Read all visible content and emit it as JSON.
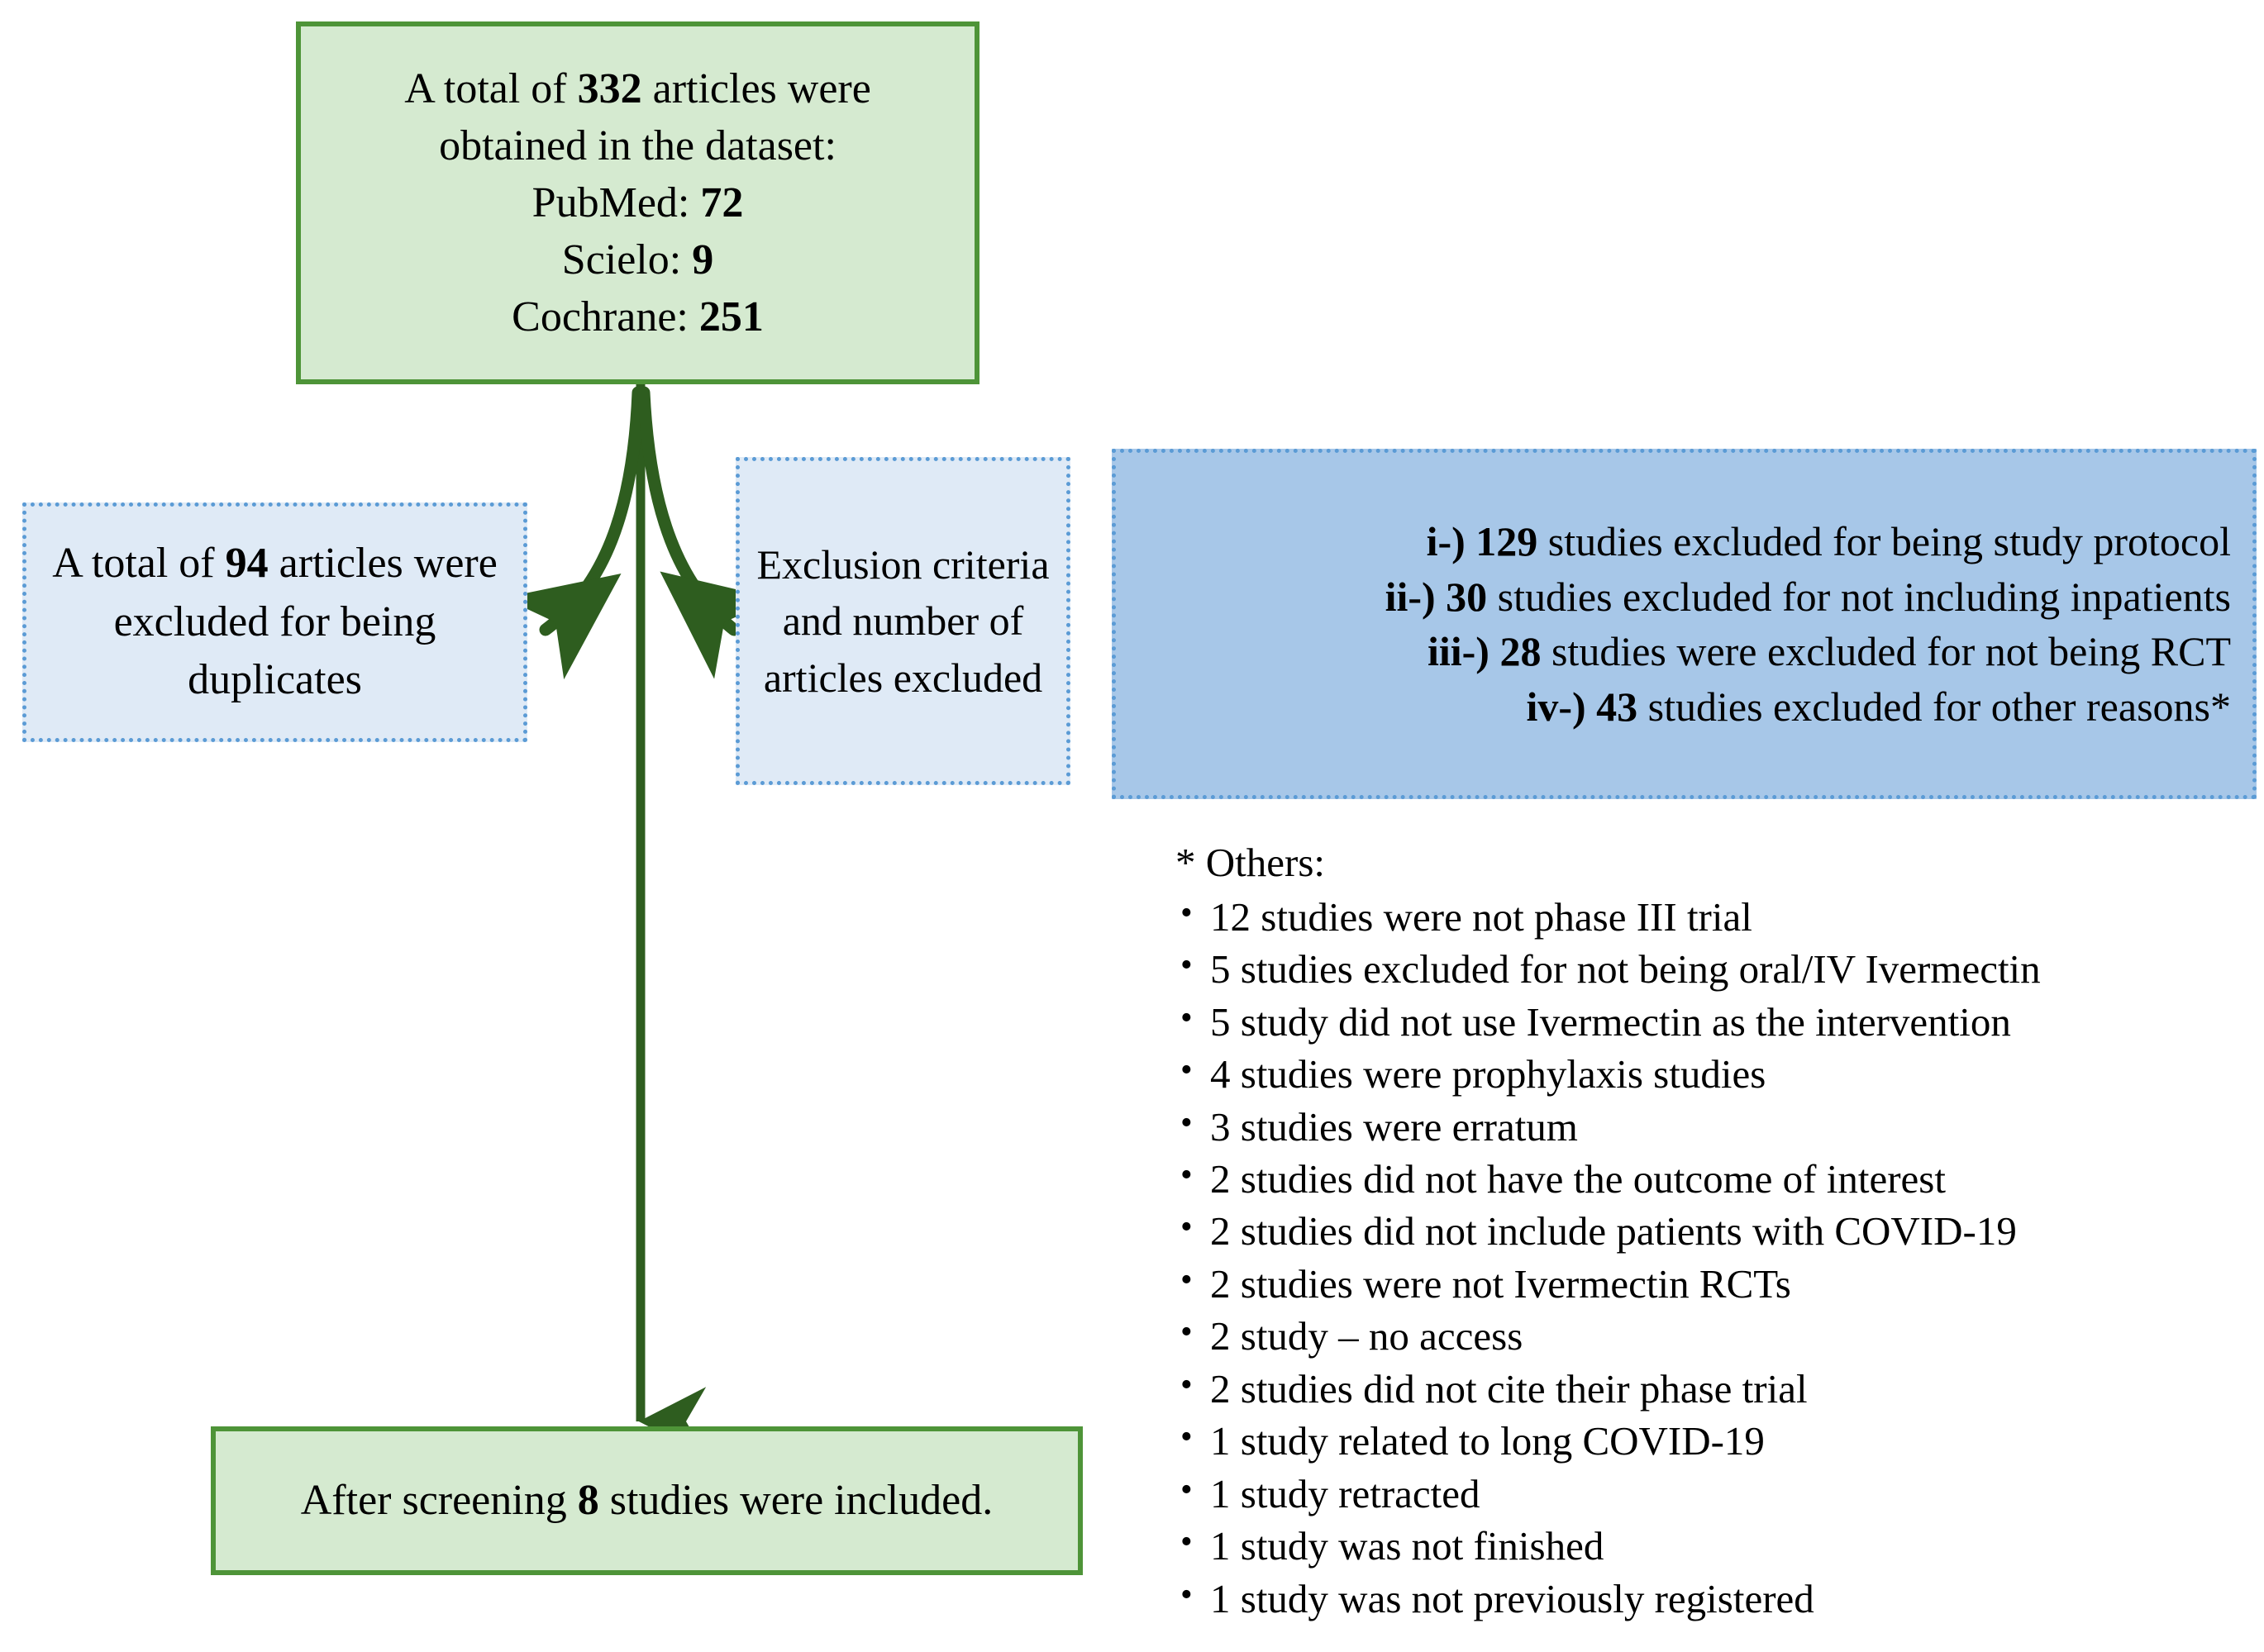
{
  "diagram": {
    "title": "Study selection flow diagram",
    "colors": {
      "green_fill": "#d5ead0",
      "green_border": "#4e9438",
      "light_blue_fill": "#dfeaf6",
      "blue_border": "#5b9bd5",
      "dark_blue_fill": "#a7c7e8",
      "arrow": "#2e5d1f",
      "text": "#000000"
    }
  },
  "identification_box": {
    "name": "records-identified",
    "line1_prefix": "A total of ",
    "total_articles": "332",
    "line1_suffix": " articles were",
    "line2": "obtained in the dataset:",
    "sources": [
      {
        "label": "PubMed: ",
        "count": "72"
      },
      {
        "label": "Scielo: ",
        "count": "9"
      },
      {
        "label": "Cochrane: ",
        "count": "251"
      }
    ]
  },
  "duplicates_box": {
    "name": "duplicates-excluded",
    "prefix": "A total of ",
    "count": "94",
    "suffix": " articles were excluded for being duplicates"
  },
  "exclusion_criteria_box": {
    "name": "exclusion-criteria-label",
    "text": "Exclusion criteria and number of articles excluded"
  },
  "exclusion_reasons_box": {
    "name": "exclusion-reasons",
    "items": [
      {
        "marker": "i-) ",
        "count": "129",
        "text": " studies excluded for being study protocol"
      },
      {
        "marker": "ii-) ",
        "count": "30",
        "text": " studies excluded for not including inpatients"
      },
      {
        "marker": "iii-) ",
        "count": "28",
        "text": " studies were excluded for not being RCT"
      },
      {
        "marker": "iv-) ",
        "count": "43",
        "text": " studies excluded for other reasons*"
      }
    ]
  },
  "others_footnote": {
    "heading": "* Others:",
    "items": [
      "12 studies were not phase III trial",
      "5 studies excluded for not being oral/IV Ivermectin",
      "5 study did not use Ivermectin as the intervention",
      "4 studies were prophylaxis studies",
      "3 studies were erratum",
      "2 studies did not have the outcome of interest",
      "2 studies did not include patients with COVID-19",
      "2 studies were not Ivermectin RCTs",
      "2 study – no access",
      "2 studies did not cite their phase trial",
      "1 study related to long COVID-19",
      "1 study retracted",
      "1 study was not finished",
      "1 study was not previously registered"
    ]
  },
  "included_box": {
    "name": "studies-included",
    "prefix": "After screening ",
    "count": "8",
    "suffix": " studies were included."
  }
}
